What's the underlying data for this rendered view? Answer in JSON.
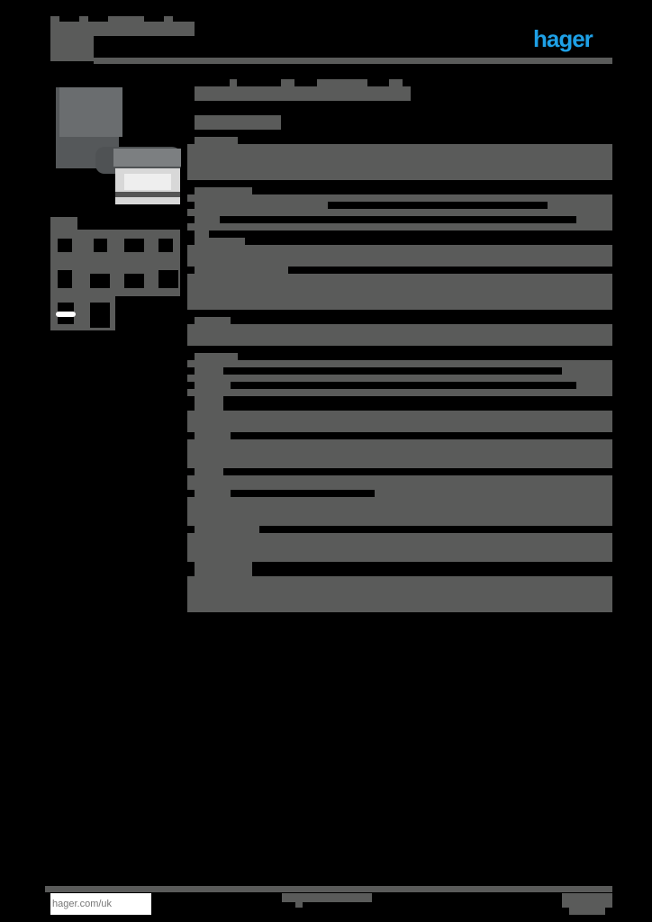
{
  "header": {
    "title_redacted": true,
    "brand_logo": "hager",
    "brand_color": "#1ea0e6"
  },
  "product": {
    "image": "motion-detector-photo",
    "title_redacted": true,
    "subtitle_redacted": true
  },
  "icons_panel": {
    "label_redacted": true,
    "icons": [
      "icon-1",
      "icon-2",
      "icon-3",
      "icon-4",
      "icon-5",
      "icon-6",
      "icon-7",
      "icon-8",
      "icon-9",
      "icon-10"
    ]
  },
  "sections": [
    {
      "heading_redacted": true
    },
    {
      "heading_redacted": true
    },
    {
      "heading_redacted": true
    },
    {
      "heading_redacted": true
    },
    {
      "heading_redacted": true
    },
    {
      "heading_redacted": true
    },
    {
      "heading_redacted": true
    },
    {
      "heading_redacted": true
    }
  ],
  "footer": {
    "url": "hager.com/uk"
  },
  "colors": {
    "redaction_grey": "#5a5b5a",
    "background": "#000000"
  }
}
